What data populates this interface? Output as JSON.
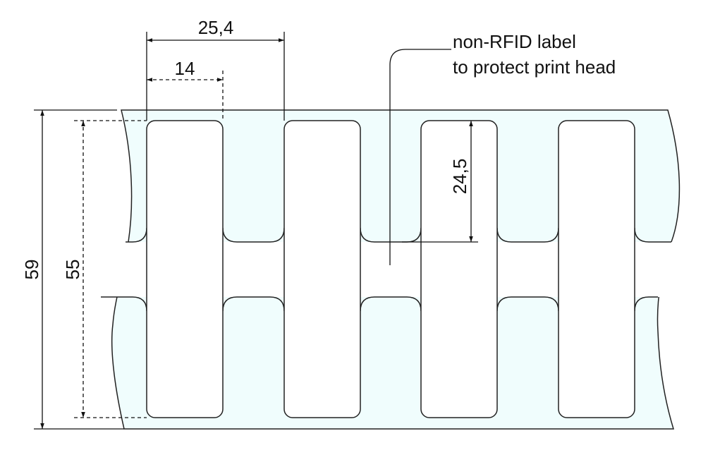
{
  "dimensions": {
    "label_pitch": "25,4",
    "label_width": "14",
    "liner_width": "59",
    "label_height": "55",
    "protect_label_height": "24,5"
  },
  "annotation": {
    "line1": "non-RFID label",
    "line2": "to protect print head"
  },
  "colors": {
    "liner": "#f0fdfd",
    "label": "#ffffff",
    "stroke": "#222222"
  }
}
